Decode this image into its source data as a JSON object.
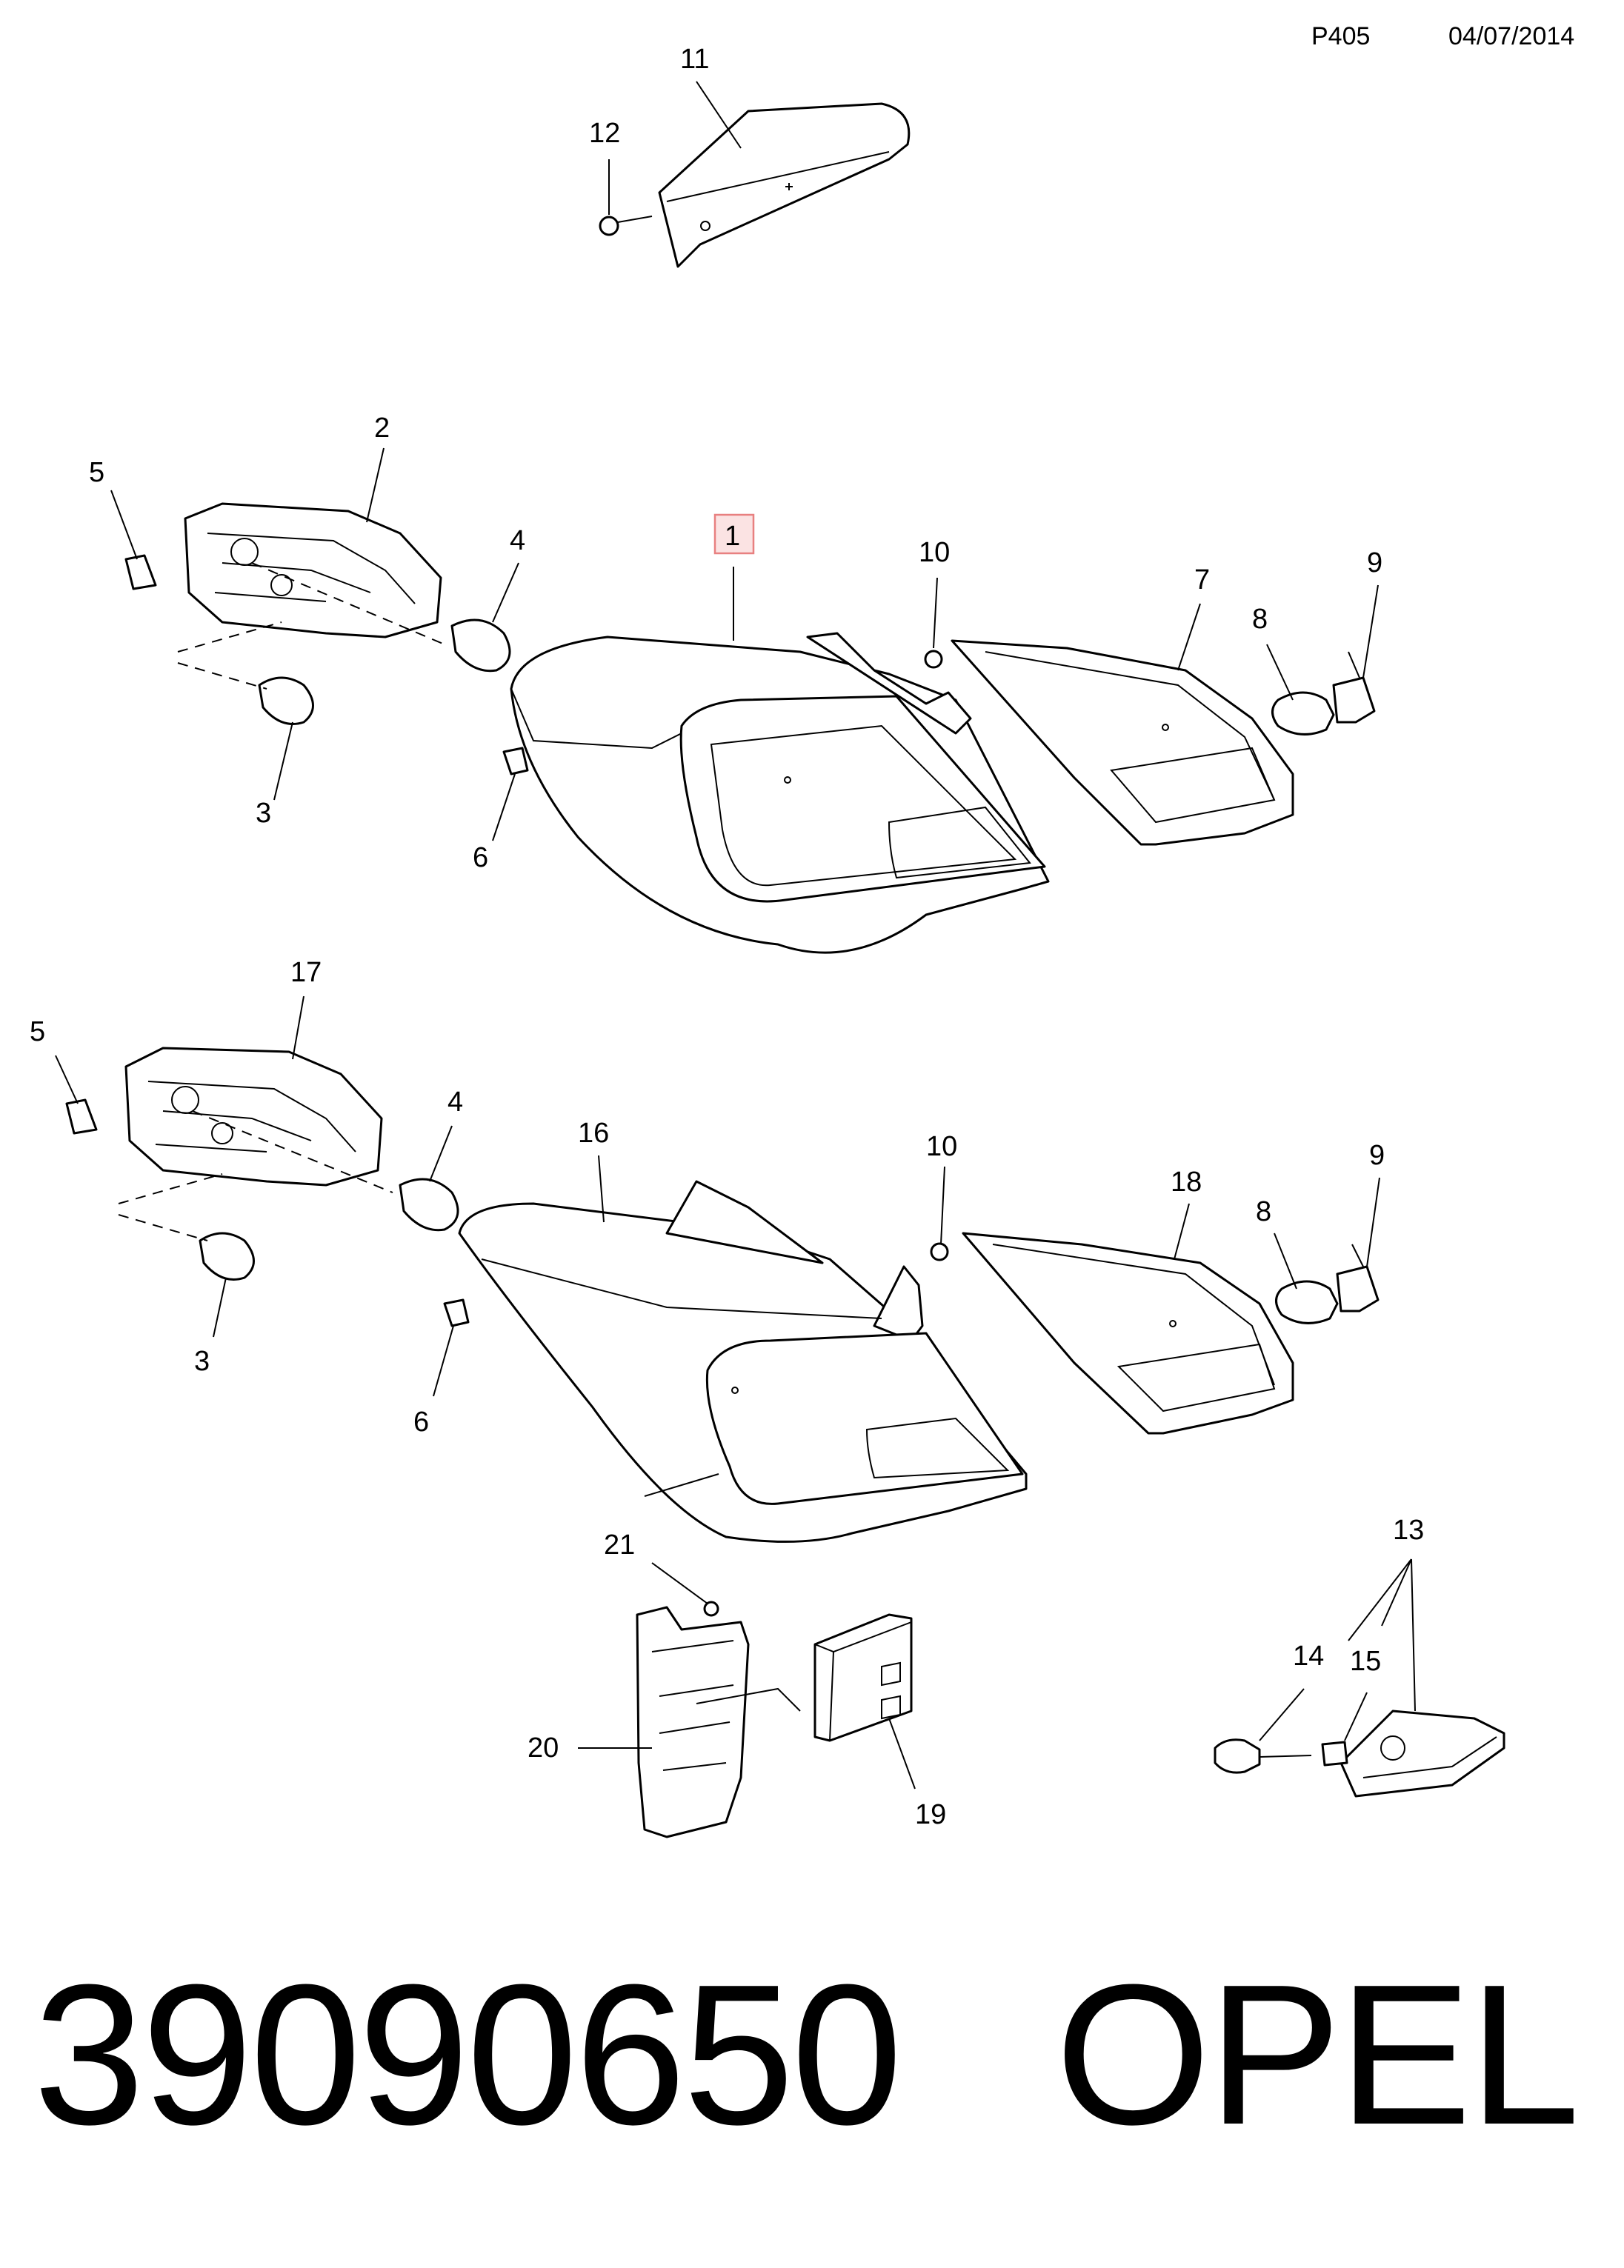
{
  "header": {
    "code": "P405",
    "date": "04/07/2014"
  },
  "callouts": {
    "c11": "11",
    "c12": "12",
    "c2": "2",
    "c5a": "5",
    "c4a": "4",
    "c1": "1",
    "c10a": "10",
    "c7": "7",
    "c9a": "9",
    "c8a": "8",
    "c3a": "3",
    "c6a": "6",
    "c17": "17",
    "c5b": "5",
    "c4b": "4",
    "c16": "16",
    "c10b": "10",
    "c18": "18",
    "c9b": "9",
    "c8b": "8",
    "c3b": "3",
    "c6b": "6",
    "c21": "21",
    "c13": "13",
    "c14": "14",
    "c15": "15",
    "c20": "20",
    "c19": "19"
  },
  "highlight": {
    "callout": "1",
    "color": "#e88080",
    "fill": "#fbe3e3"
  },
  "footer": {
    "part_number": "39090650",
    "brand": "OPEL"
  }
}
